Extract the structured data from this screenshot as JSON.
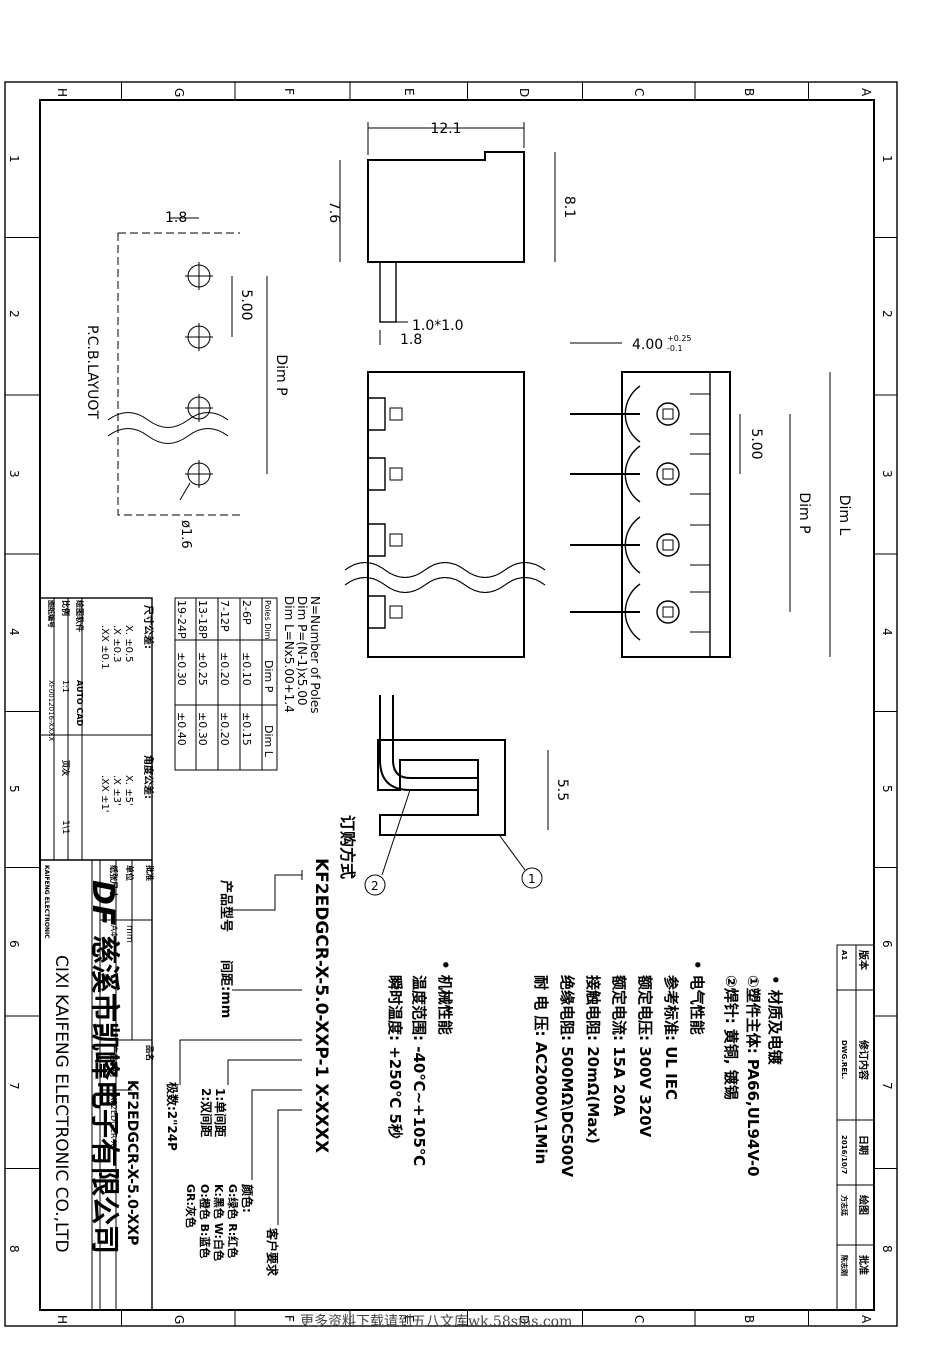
{
  "border": {
    "zones_letters": [
      "A",
      "B",
      "C",
      "D",
      "E",
      "F",
      "G",
      "H"
    ],
    "zones_numbers": [
      "1",
      "2",
      "3",
      "4",
      "5",
      "6",
      "7",
      "8"
    ]
  },
  "top_view": {
    "length": "12.1",
    "height_left": "7.6",
    "height_right": "8.1",
    "pin_size": "1.0*1.0",
    "pin_offset": "1.8"
  },
  "pcb_layout": {
    "label": "P.C.B.LAYUOT",
    "offset": "1.8",
    "pitch": "5.00",
    "dim_p": "Dim  P",
    "hole": "ø1.6"
  },
  "front_view": {
    "pin_len": "4.00",
    "tol_plus": "+0.25",
    "tol_minus": "-0.1",
    "pitch": "5.00",
    "dim_p": "Dim  P",
    "dim_l": "Dim  L"
  },
  "section_view": {
    "dim": "5.5",
    "callout1": "1",
    "callout2": "2"
  },
  "formula": {
    "lines": [
      "N=Number  of  Poles",
      "Dim  P=(N-1)x5.00",
      "Dim  L=Nx5.00+1.4"
    ],
    "table_header": [
      "Poles  Dim",
      "Dim  P",
      "Dim  L"
    ],
    "table_rows": [
      [
        "2-6P",
        "±0.10",
        "±0.15"
      ],
      [
        "7-12P",
        "±0.20",
        "±0.20"
      ],
      [
        "13-18P",
        "±0.25",
        "±0.30"
      ],
      [
        "19-24P",
        "±0.30",
        "±0.40"
      ]
    ]
  },
  "ordering": {
    "title": "订购方式",
    "code": "KF2EDGCR-X-5.0-XXP-1  X-XXXX",
    "arrow_product": "产品型号",
    "arrow_pitch": "间距:mm",
    "arrow_poles": "极数:2\"24P",
    "arrow_type_1": "1:单间距",
    "arrow_type_2": "2:双间距",
    "color_title": "颜色:",
    "color_lines": [
      "G:绿色  R:红色",
      "K:黑色  W:白色",
      "O:橙色  B:蓝色",
      "GR:灰色"
    ],
    "customer": "客户要求"
  },
  "specs": {
    "material_title": "• 材质及电镀",
    "material_1": "①塑件主体: PA66,UL94V-0",
    "material_2": "②焊针: 黄铜, 镀锡",
    "electric_title": "• 电气性能",
    "electric_lines": [
      "参考标准: UL          IEC",
      "额定电压: 300V       320V",
      "额定电流: 15A          20A",
      "接触电阻: 20mΩ(Max)",
      "绝缘电阻: 500MΩ\\DC500V",
      "耐  电  压: AC2000V\\1Min"
    ],
    "mech_title": "• 机械性能",
    "mech_lines": [
      "温度范围: -40℃~+105℃",
      "瞬时温度: +250℃  5秒"
    ]
  },
  "revision": {
    "headers": [
      "版本",
      "修订内容",
      "日期",
      "绘图",
      "批准"
    ],
    "values": [
      "A1",
      "DWG.REL.",
      "2016/10/7",
      "方志廷",
      "陈志刚"
    ]
  },
  "tolerances": {
    "title_dim": "尺寸公差:",
    "dim_lines": [
      "X.   ±0.5",
      ".X    ±0.3",
      ".XX  ±0.1"
    ],
    "title_ang": "角度公差:",
    "ang_lines": [
      "X.    ±5'",
      ".X    ±3'",
      ".XX   ±1'"
    ]
  },
  "titleblock": {
    "draw_label": "绘图软件",
    "draw_value": "AUTO CAD",
    "scale_label": "比例",
    "scale_value": "1:1",
    "page_label": "页次",
    "page_value": "1\\1",
    "drawing_no_label": "图纸编号",
    "drawing_no": "XF0012016-XXXX",
    "approve_label": "批准",
    "unit_label": "单位",
    "unit_value": "mm",
    "paper_label": "纸张尺寸",
    "paper_value": "A4",
    "name_label": "品名",
    "name_value": "KF2EDGCR-X-5.0-XXP",
    "series_label": "产品系列",
    "series_value": "KF2EDGCR-X",
    "logo": "DF",
    "company_cn": "慈溪市凯峰电子有限公司",
    "company_en": "CIXI  KAIFENG  ELECTRONIC  CO.,LTD",
    "small_en": "KAIFENG  ELECTRONIC"
  },
  "footer": "更多资料下载请到五八文库wk.58sms.com"
}
